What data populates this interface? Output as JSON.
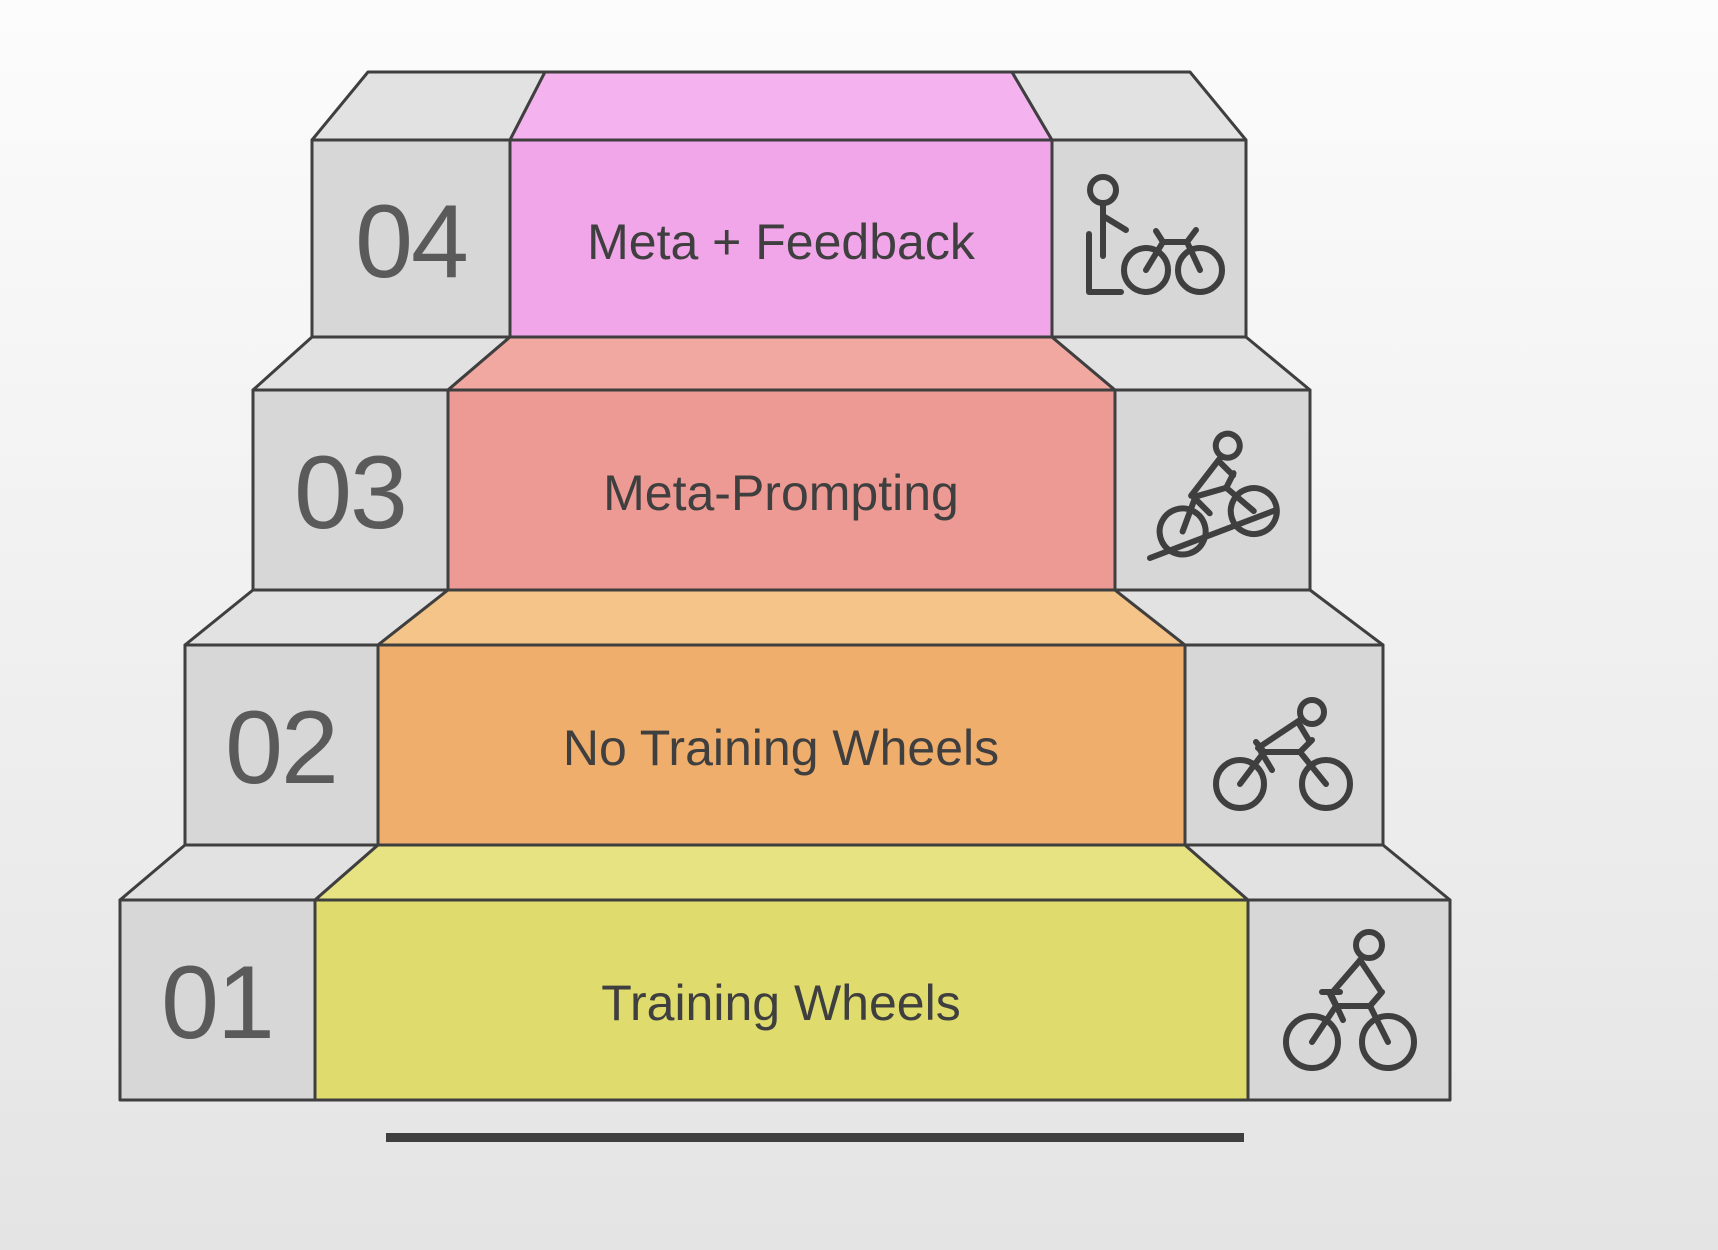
{
  "theme": {
    "background_top": "#fcfcfc",
    "background_bottom": "#e4e4e4",
    "stroke": "#3f3f3f",
    "icon_stroke": "#3f3f3f",
    "box_front": "#d7d7d7",
    "box_top": "#e2e2e2",
    "number_color": "#5a5a5a",
    "label_color": "#3f3f3f"
  },
  "steps": [
    {
      "number": "01",
      "label": "Training Wheels",
      "front_color": "#dfdb6d",
      "top_color": "#e7e382",
      "icon": "cyclist-riding-icon"
    },
    {
      "number": "02",
      "label": "No Training Wheels",
      "front_color": "#efae6c",
      "top_color": "#f4c488",
      "icon": "cyclist-racing-icon"
    },
    {
      "number": "03",
      "label": "Meta-Prompting",
      "front_color": "#ec9a93",
      "top_color": "#f0a8a0",
      "icon": "cyclist-uphill-icon"
    },
    {
      "number": "04",
      "label": "Meta + Feedback",
      "front_color": "#f1a6e9",
      "top_color": "#f4b2ee",
      "icon": "person-with-bike-icon"
    }
  ]
}
